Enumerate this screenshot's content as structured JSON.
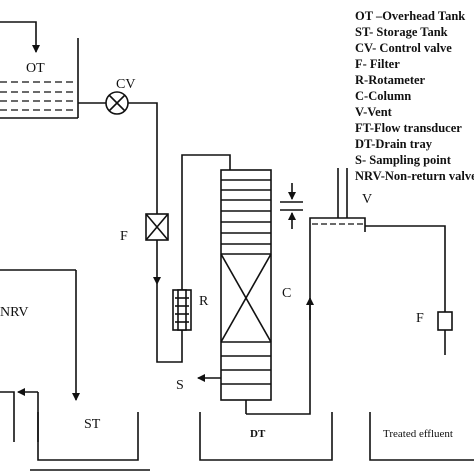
{
  "labels": {
    "overhead_tank": "OT",
    "control_valve": "CV",
    "filter_left": "F",
    "rotameter": "R",
    "column": "C",
    "vent": "V",
    "filter_right": "F",
    "non_return_valve": "NRV",
    "storage_tank": "ST",
    "sampling_point": "S",
    "drain_tray": "DT",
    "treated_effluent": "Treated effluent"
  },
  "legend": [
    "OT –Overhead Tank",
    "ST- Storage Tank",
    "CV- Control valve",
    "F- Filter",
    "R-Rotameter",
    "C-Column",
    "V-Vent",
    "FT-Flow transducer",
    "DT-Drain tray",
    "S- Sampling point",
    "NRV-Non-return valve"
  ]
}
